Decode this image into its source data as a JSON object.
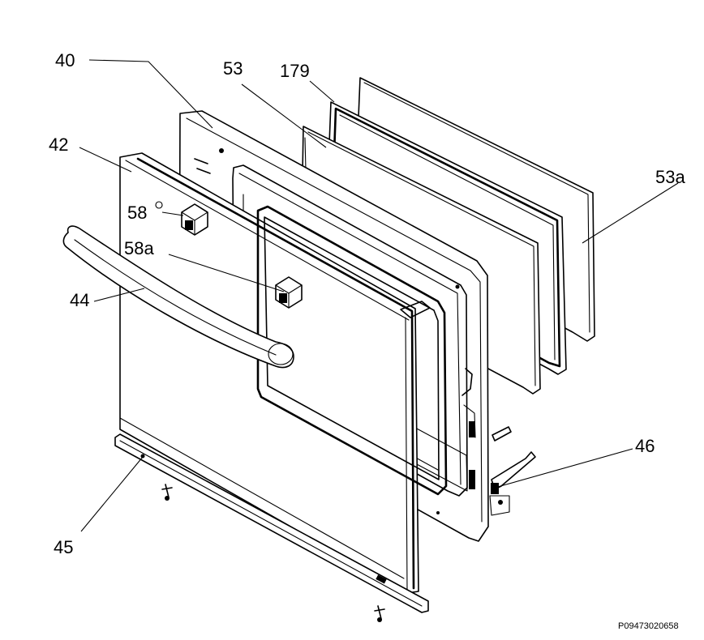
{
  "callouts": {
    "c40": "40",
    "c53": "53",
    "c179": "179",
    "c42": "42",
    "c53a": "53a",
    "c58": "58",
    "c58a": "58a",
    "c44": "44",
    "c46": "46",
    "c45": "45"
  },
  "drawing_code": "P09473020658"
}
